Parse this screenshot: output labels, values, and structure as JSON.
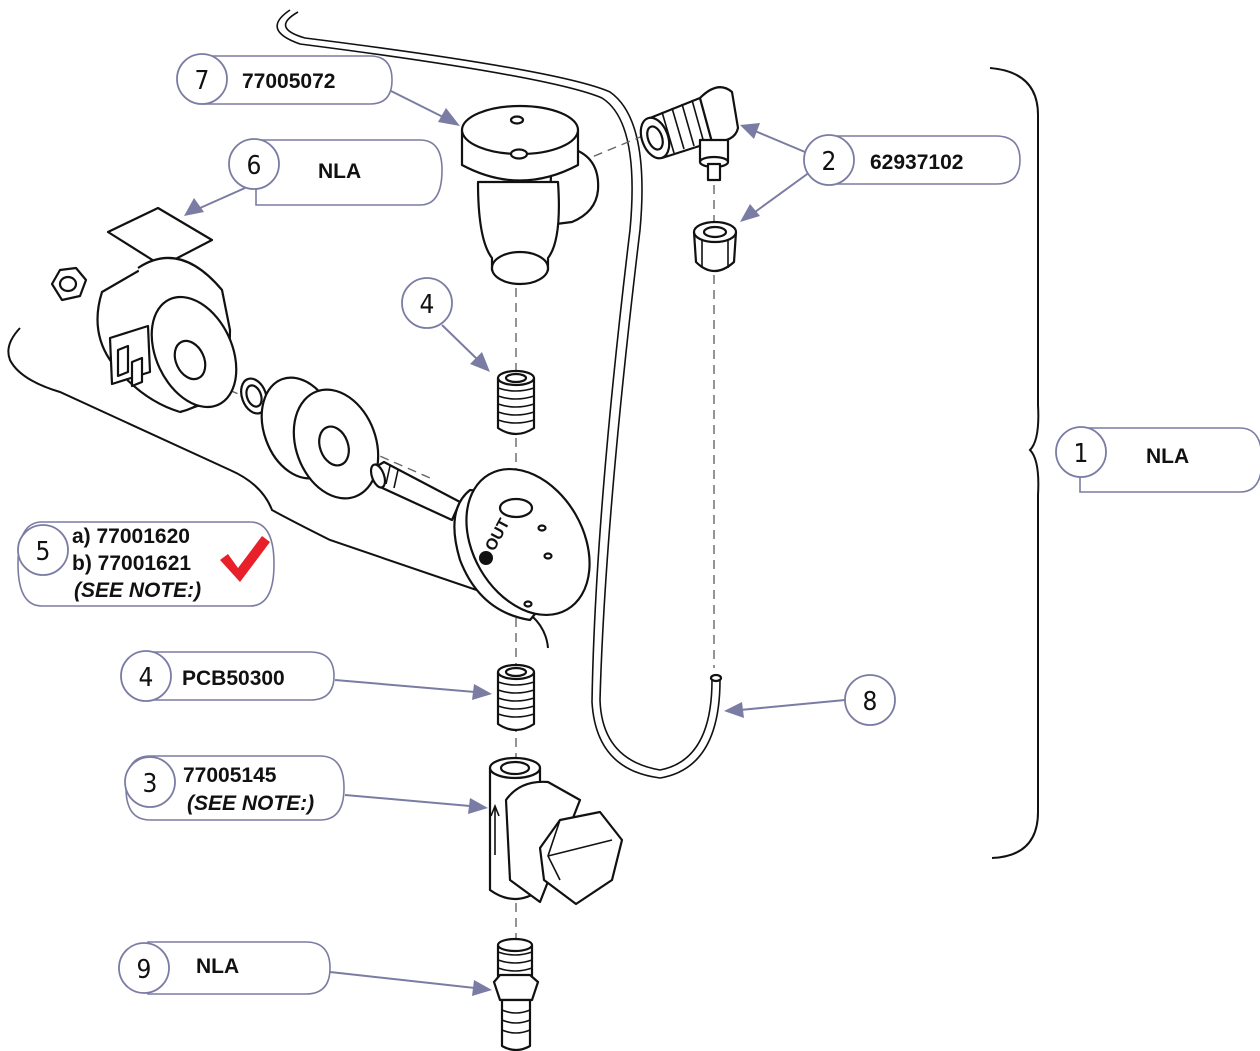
{
  "callouts": {
    "c1": {
      "num": "1",
      "line1": "NLA"
    },
    "c2": {
      "num": "2",
      "line1": "62937102"
    },
    "c3": {
      "num": "3",
      "line1": "77005145",
      "line2": "(SEE NOTE:)"
    },
    "c4a": {
      "num": "4"
    },
    "c4b": {
      "num": "4",
      "line1": "PCB50300"
    },
    "c5": {
      "num": "5",
      "line1": "a) 77001620",
      "line2": "b) 77001621",
      "line3": "(SEE NOTE:)"
    },
    "c6": {
      "num": "6",
      "line1": "NLA"
    },
    "c7": {
      "num": "7",
      "line1": "77005072"
    },
    "c8": {
      "num": "8"
    },
    "c9": {
      "num": "9",
      "line1": "NLA"
    }
  },
  "body_label": "OUT",
  "colors": {
    "leader": "#7b7ca3",
    "checkmark": "#e8202a",
    "line": "#111111"
  }
}
